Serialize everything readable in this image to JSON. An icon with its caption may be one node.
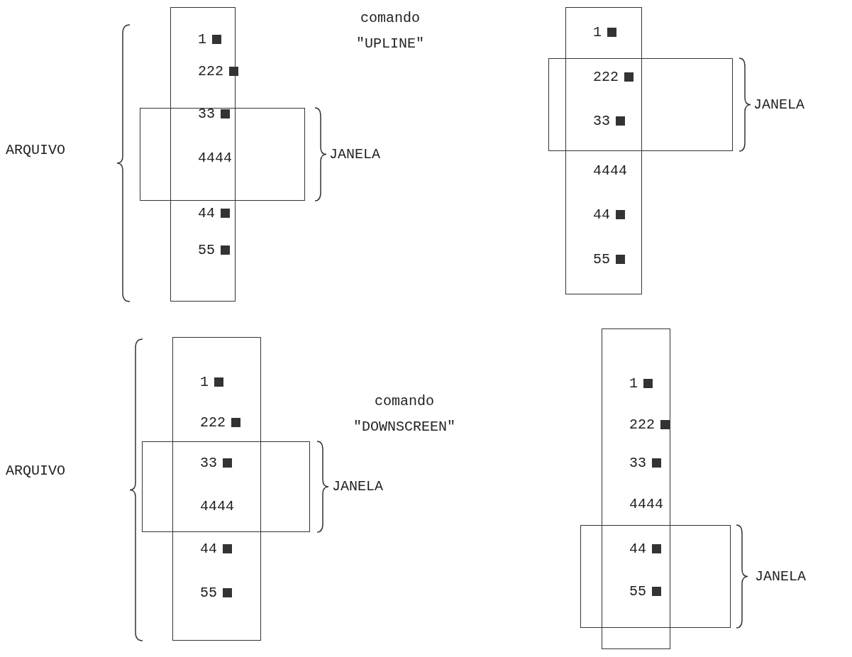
{
  "diagram": {
    "nodes": [
      {
        "text": [
          "1",
          "222",
          "33",
          "4444",
          "44",
          "55"
        ]
      },
      {
        "text": [
          "1",
          "222",
          "33",
          "4444",
          "44",
          "55"
        ]
      },
      {
        "text": [
          "1",
          "222",
          "33",
          "4444",
          "44",
          "55"
        ]
      },
      {
        "text": [
          "1",
          "222",
          "33",
          "4444",
          "44",
          "55"
        ]
      }
    ],
    "edges": [],
    "labels": [
      "comando \"UPLINE\"",
      "JANELA",
      "ARQUIVO",
      "JANELA",
      "comando \"DOWNSCREEN\"",
      "ARQUIVO",
      "JANELA",
      "JANELA"
    ]
  }
}
